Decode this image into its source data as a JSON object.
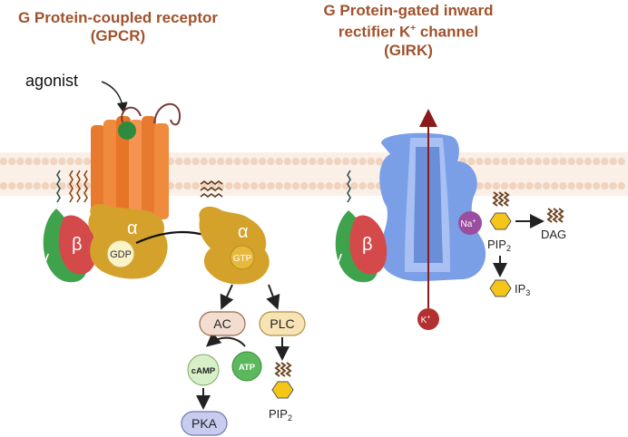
{
  "titles": {
    "gpcr_line1": "G Protein-coupled receptor",
    "gpcr_line2": "(GPCR)",
    "girk_line1": "G Protein-gated inward",
    "girk_line2_pre": "rectifier K",
    "girk_line2_sup": "+",
    "girk_line2_post": " channel",
    "girk_line3": "(GIRK)"
  },
  "labels": {
    "agonist": "agonist",
    "alpha": "α",
    "beta": "β",
    "gamma": "γ",
    "gdp": "GDP",
    "gtp": "GTP",
    "ac": "AC",
    "plc": "PLC",
    "camp": "cAMP",
    "atp": "ATP",
    "pka": "PKA",
    "pip": "PIP",
    "pip_sub": "2",
    "na": "Na",
    "na_sup": "+",
    "k": "K",
    "k_sup": "+",
    "dag": "DAG",
    "ip": "IP",
    "ip_sub": "3"
  },
  "colors": {
    "title": "#a0522d",
    "receptor": "#f08a3c",
    "g_alpha": "#d4a22a",
    "g_beta": "#d44a4a",
    "g_gamma": "#3fa34d",
    "channel": "#7b9fe6",
    "membrane": "#f0d4c0",
    "lipid_yellow": "#f5c518",
    "ac_fill": "#f3ddd0",
    "plc_fill": "#f8e3b5",
    "camp_fill": "#d8f0c8",
    "atp_fill": "#5cb85c",
    "pka_fill": "#c8cdf0",
    "na_fill": "#9b4da0",
    "k_fill": "#b33030"
  }
}
